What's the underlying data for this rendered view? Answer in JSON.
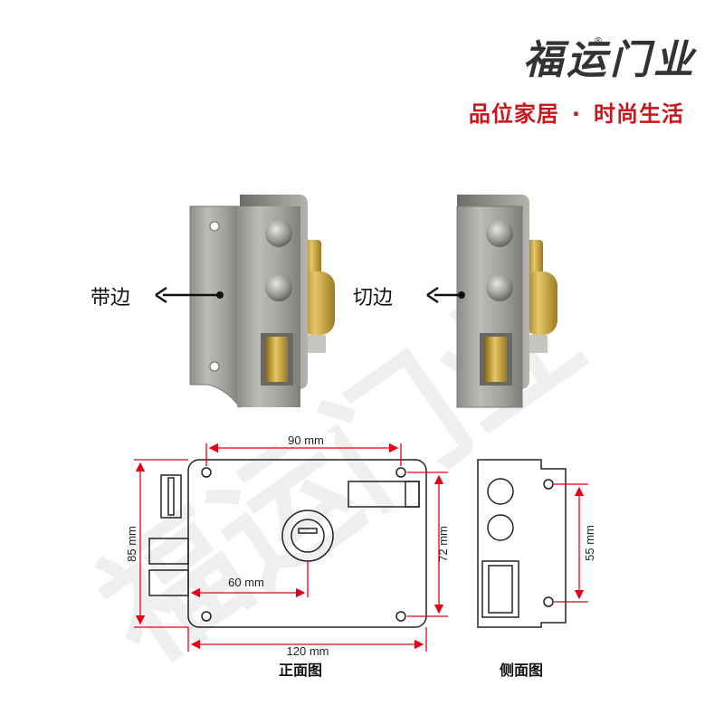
{
  "brand": {
    "logo_text": "福运门业",
    "registered_mark": "®",
    "slogan_left": "品位家居",
    "slogan_sep": "·",
    "slogan_right": "时尚生活",
    "accent": "#c8161d"
  },
  "photos": {
    "left_label": "带边",
    "right_label": "切边"
  },
  "front_view": {
    "dim_top": "90 mm",
    "dim_left": "85 mm",
    "dim_inner": "60 mm",
    "dim_right": "72 mm",
    "dim_bottom": "120 mm",
    "caption": "正面图"
  },
  "side_view": {
    "dim_right": "55 mm",
    "caption": "侧面图"
  },
  "colors": {
    "dimension_line": "#e3001b",
    "outline": "#222222",
    "steel": "#a9a7a2",
    "brass": "#c9a53a"
  }
}
